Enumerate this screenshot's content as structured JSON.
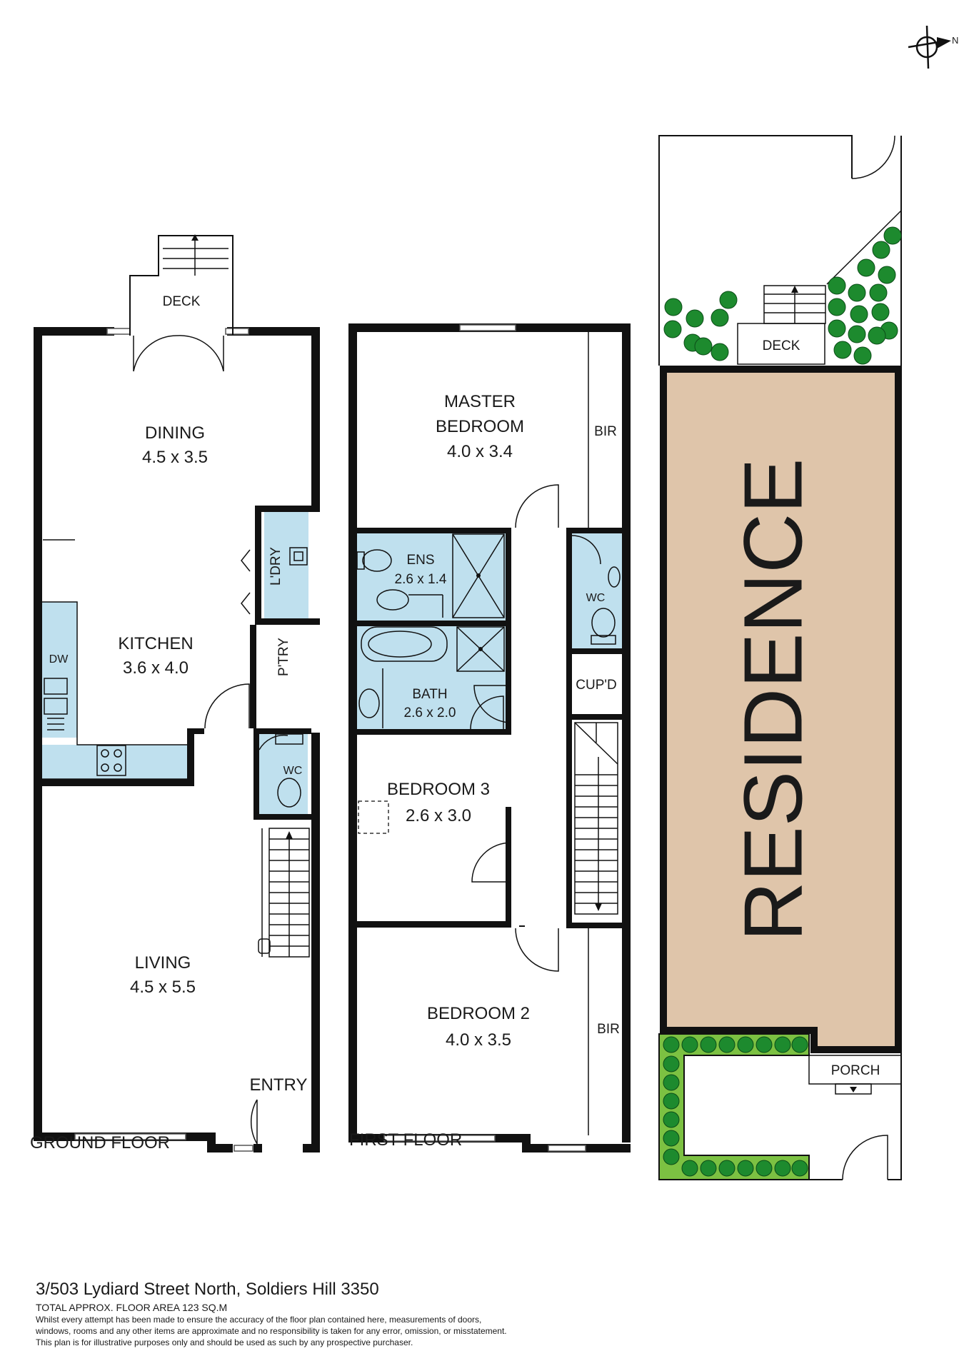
{
  "compass": {
    "label": "N"
  },
  "ground_floor": {
    "title": "GROUND FLOOR",
    "deck": "DECK",
    "dining": {
      "name": "DINING",
      "size": "4.5 x 3.5"
    },
    "kitchen": {
      "name": "KITCHEN",
      "size": "3.6 x 4.0"
    },
    "dw": "DW",
    "laundry": "L'DRY",
    "pantry": "P'TRY",
    "wc": "WC",
    "living": {
      "name": "LIVING",
      "size": "4.5 x 5.5"
    },
    "entry": "ENTRY"
  },
  "first_floor": {
    "title": "FIRST FLOOR",
    "master": {
      "name_line1": "MASTER",
      "name_line2": "BEDROOM",
      "size": "4.0 x 3.4"
    },
    "bir_top": "BIR",
    "ens": {
      "name": "ENS",
      "size": "2.6 x 1.4"
    },
    "wc": "WC",
    "bath": {
      "name": "BATH",
      "size": "2.6 x 2.0"
    },
    "cupd": "CUP'D",
    "bedroom3": {
      "name": "BEDROOM 3",
      "size": "2.6 x 3.0"
    },
    "bedroom2": {
      "name": "BEDROOM 2",
      "size": "4.0 x 3.5"
    },
    "bir_bottom": "BIR"
  },
  "site": {
    "deck": "DECK",
    "residence": "RESIDENCE",
    "porch": "PORCH"
  },
  "footer": {
    "address": "3/503 Lydiard Street North, Soldiers Hill 3350",
    "area": "TOTAL APPROX. FLOOR AREA 123 SQ.M",
    "disclaimer": [
      "Whilst every attempt has been made to ensure the accuracy of the floor plan contained here, measurements of doors,",
      "windows, rooms and any other items are approximate and no responsibility is taken for any error, omission, or misstatement.",
      "This plan is for illustrative purposes only and should be used as such by any prospective purchaser."
    ]
  },
  "colors": {
    "wet_area": "#bfe0ee",
    "residence": "#dfc5aa",
    "garden": "#7cc142",
    "tree": "#1d8a2e",
    "wall": "#111111"
  }
}
